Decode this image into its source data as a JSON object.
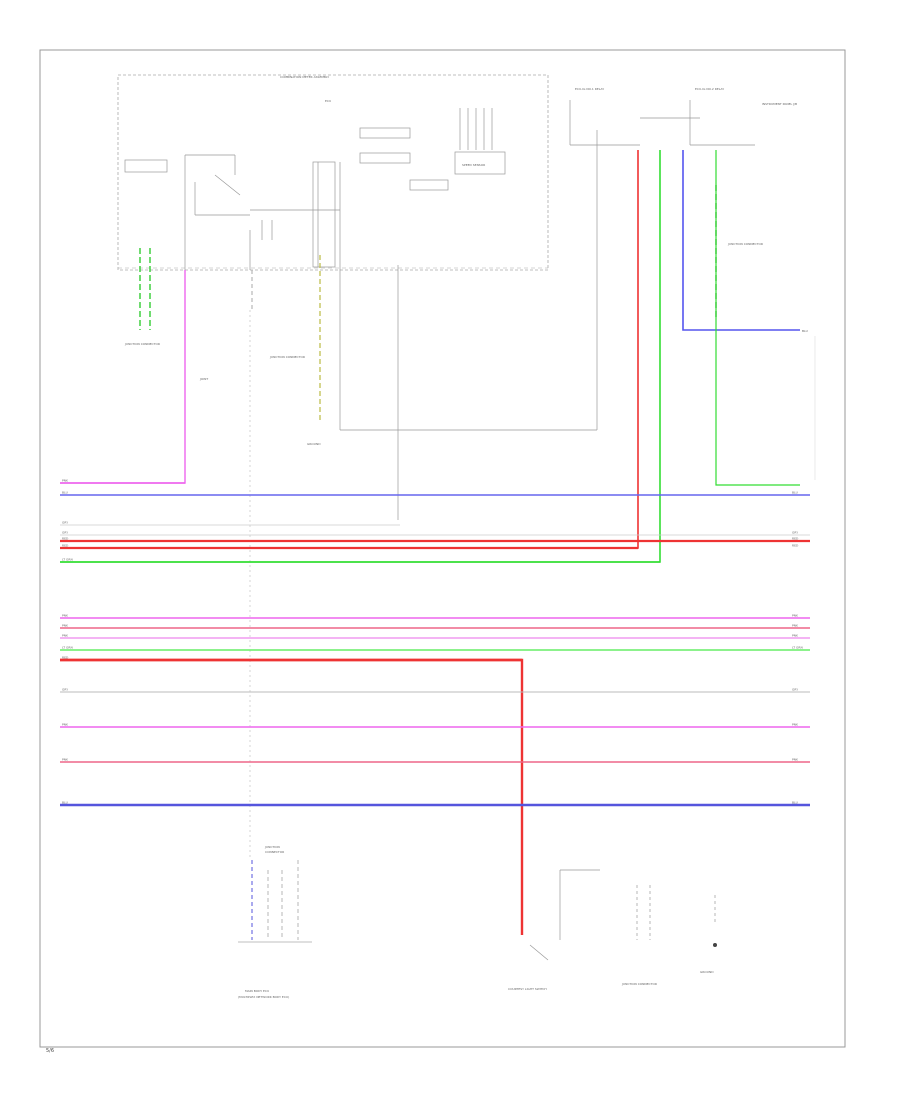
{
  "diagram": {
    "labels": {
      "module_title": "COMBINATION METER ASSEMBLY",
      "ecu": "ECU",
      "speed_sensor": "SPEED SENSOR",
      "joint_left": "JUNCTION CONNECTOR",
      "ground_joint": "JOINT",
      "junction_center": "JUNCTION CONNECTOR",
      "ground_center": "GROUND",
      "relay_left": "ECU-IG NO.1 RELAY",
      "relay_right": "ECU-IG NO.2 RELAY",
      "relay_note": "INSTRUMENT PANEL J/B",
      "junction_right": "JUNCTION CONNECTOR",
      "blue_end": "BLU",
      "bottom_left_a": "JUNCTION",
      "bottom_left_b": "CONNECTOR",
      "bottom_left_c": "MAIN BODY ECU",
      "bottom_left_d": "(MULTIPLEX NETWORK BODY ECU)",
      "bottom_mid": "COURTESY LIGHT SWITCH",
      "bottom_junction": "JUNCTION CONNECTOR",
      "bottom_ground": "GROUND",
      "page_footer": "5/6"
    },
    "bus_lines": [
      {
        "name": "bus-line-1",
        "color": "#ee66ee",
        "left_label": "PNK",
        "right_label": ""
      },
      {
        "name": "bus-line-2",
        "color": "#6666ee",
        "left_label": "BLU",
        "right_label": "BLU"
      },
      {
        "name": "bus-line-3",
        "color": "#cccccc",
        "left_label": "GRY",
        "right_label": ""
      },
      {
        "name": "bus-line-4",
        "color": "#cccccc",
        "left_label": "GRY",
        "right_label": "GRY"
      },
      {
        "name": "bus-line-5",
        "color": "#ee3333",
        "left_label": "RED",
        "right_label": "RED"
      },
      {
        "name": "bus-line-6",
        "color": "#ee3333",
        "left_label": "RED",
        "right_label": "RED"
      },
      {
        "name": "bus-line-7",
        "color": "#33dd33",
        "left_label": "LT GRN",
        "right_label": ""
      },
      {
        "name": "bus-line-8",
        "color": "#ee66ee",
        "left_label": "PNK",
        "right_label": "PNK"
      },
      {
        "name": "bus-line-9",
        "color": "#ee6688",
        "left_label": "PNK",
        "right_label": "PNK"
      },
      {
        "name": "bus-line-10",
        "color": "#ee88ee",
        "left_label": "PNK",
        "right_label": "PNK"
      },
      {
        "name": "bus-line-11",
        "color": "#66ee66",
        "left_label": "LT GRN",
        "right_label": "LT GRN"
      },
      {
        "name": "bus-line-12",
        "color": "#ee3333",
        "left_label": "RED",
        "right_label": ""
      },
      {
        "name": "bus-line-13",
        "color": "#bbbbbb",
        "left_label": "GRY",
        "right_label": "GRY"
      },
      {
        "name": "bus-line-14",
        "color": "#ee66ee",
        "left_label": "PNK",
        "right_label": "PNK"
      },
      {
        "name": "bus-line-15",
        "color": "#ee6688",
        "left_label": "PNK",
        "right_label": "PNK"
      },
      {
        "name": "bus-line-16",
        "color": "#5555dd",
        "left_label": "BLU",
        "right_label": "BLU"
      }
    ]
  }
}
